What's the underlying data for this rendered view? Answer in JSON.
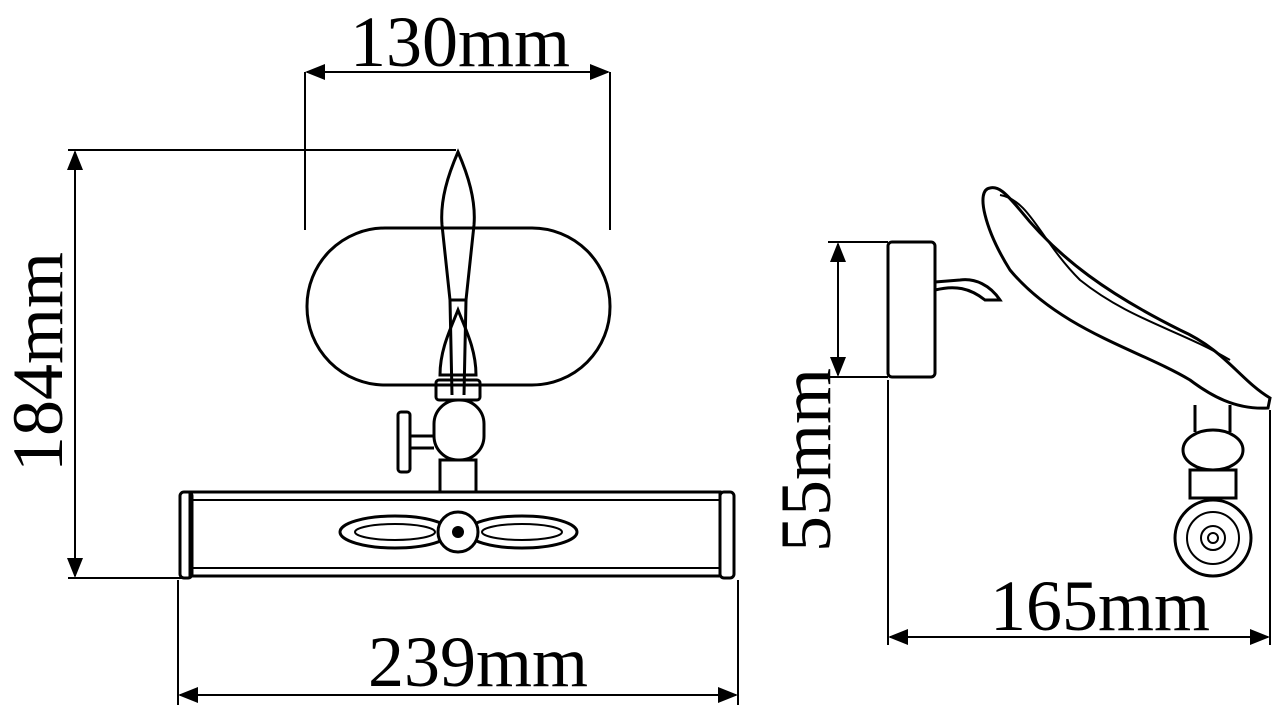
{
  "dimensions": {
    "plate_width": "130mm",
    "total_height": "184mm",
    "total_width": "239mm",
    "plate_height": "55mm",
    "depth": "165mm"
  }
}
